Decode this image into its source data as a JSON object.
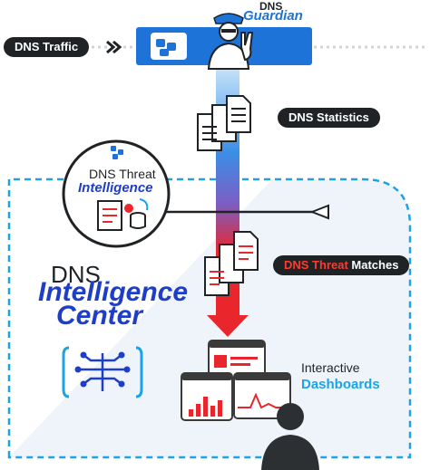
{
  "diagram": {
    "dns_traffic_label": "DNS Traffic",
    "guardian": {
      "line1": "DNS",
      "line2": "Guardian"
    },
    "dns_statistics_label": "DNS Statistics",
    "threat_intelligence": {
      "line1": "DNS Threat",
      "line2": "Intelligence"
    },
    "threat_matches": {
      "part1": "DNS Threat",
      "part2": " Matches"
    },
    "intelligence_center": {
      "line1": "DNS",
      "line2": "Intelligence",
      "line3": "Center"
    },
    "dashboards": {
      "line1": "Interactive",
      "line2": "Dashboards"
    }
  },
  "colors": {
    "blue": "#1e73d8",
    "navy": "#1e3ec8",
    "red": "#e8262b",
    "dark": "#1f2326",
    "light_blue": "#1aa4e6"
  }
}
